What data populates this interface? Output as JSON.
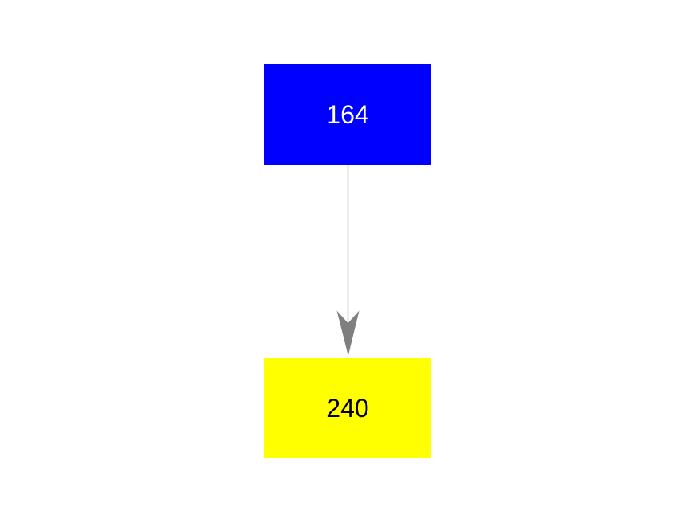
{
  "canvas": {
    "background": "#ffffff"
  },
  "diagram": {
    "nodes": [
      {
        "id": "top",
        "label": "164",
        "fill": "#0000ff",
        "text_color": "#ffffff"
      },
      {
        "id": "bottom",
        "label": "240",
        "fill": "#ffff00",
        "text_color": "#000000"
      }
    ],
    "edge": {
      "from": "164",
      "to": "240",
      "color": "#7f7f7f",
      "direction": "down"
    }
  }
}
